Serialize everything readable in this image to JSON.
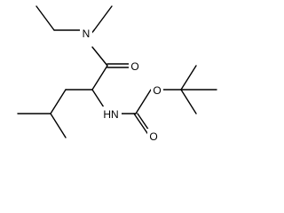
{
  "molecule": {
    "atom_labels": {
      "amine_nitrogen": "N",
      "amide_oxygen": "O",
      "carbamate_nitrogen": "HN",
      "ester_oxygen": "O",
      "carbonyl_oxygen": "O"
    },
    "colors": {
      "bond": "#000000",
      "text": "#000000",
      "background": "#ffffff"
    }
  }
}
